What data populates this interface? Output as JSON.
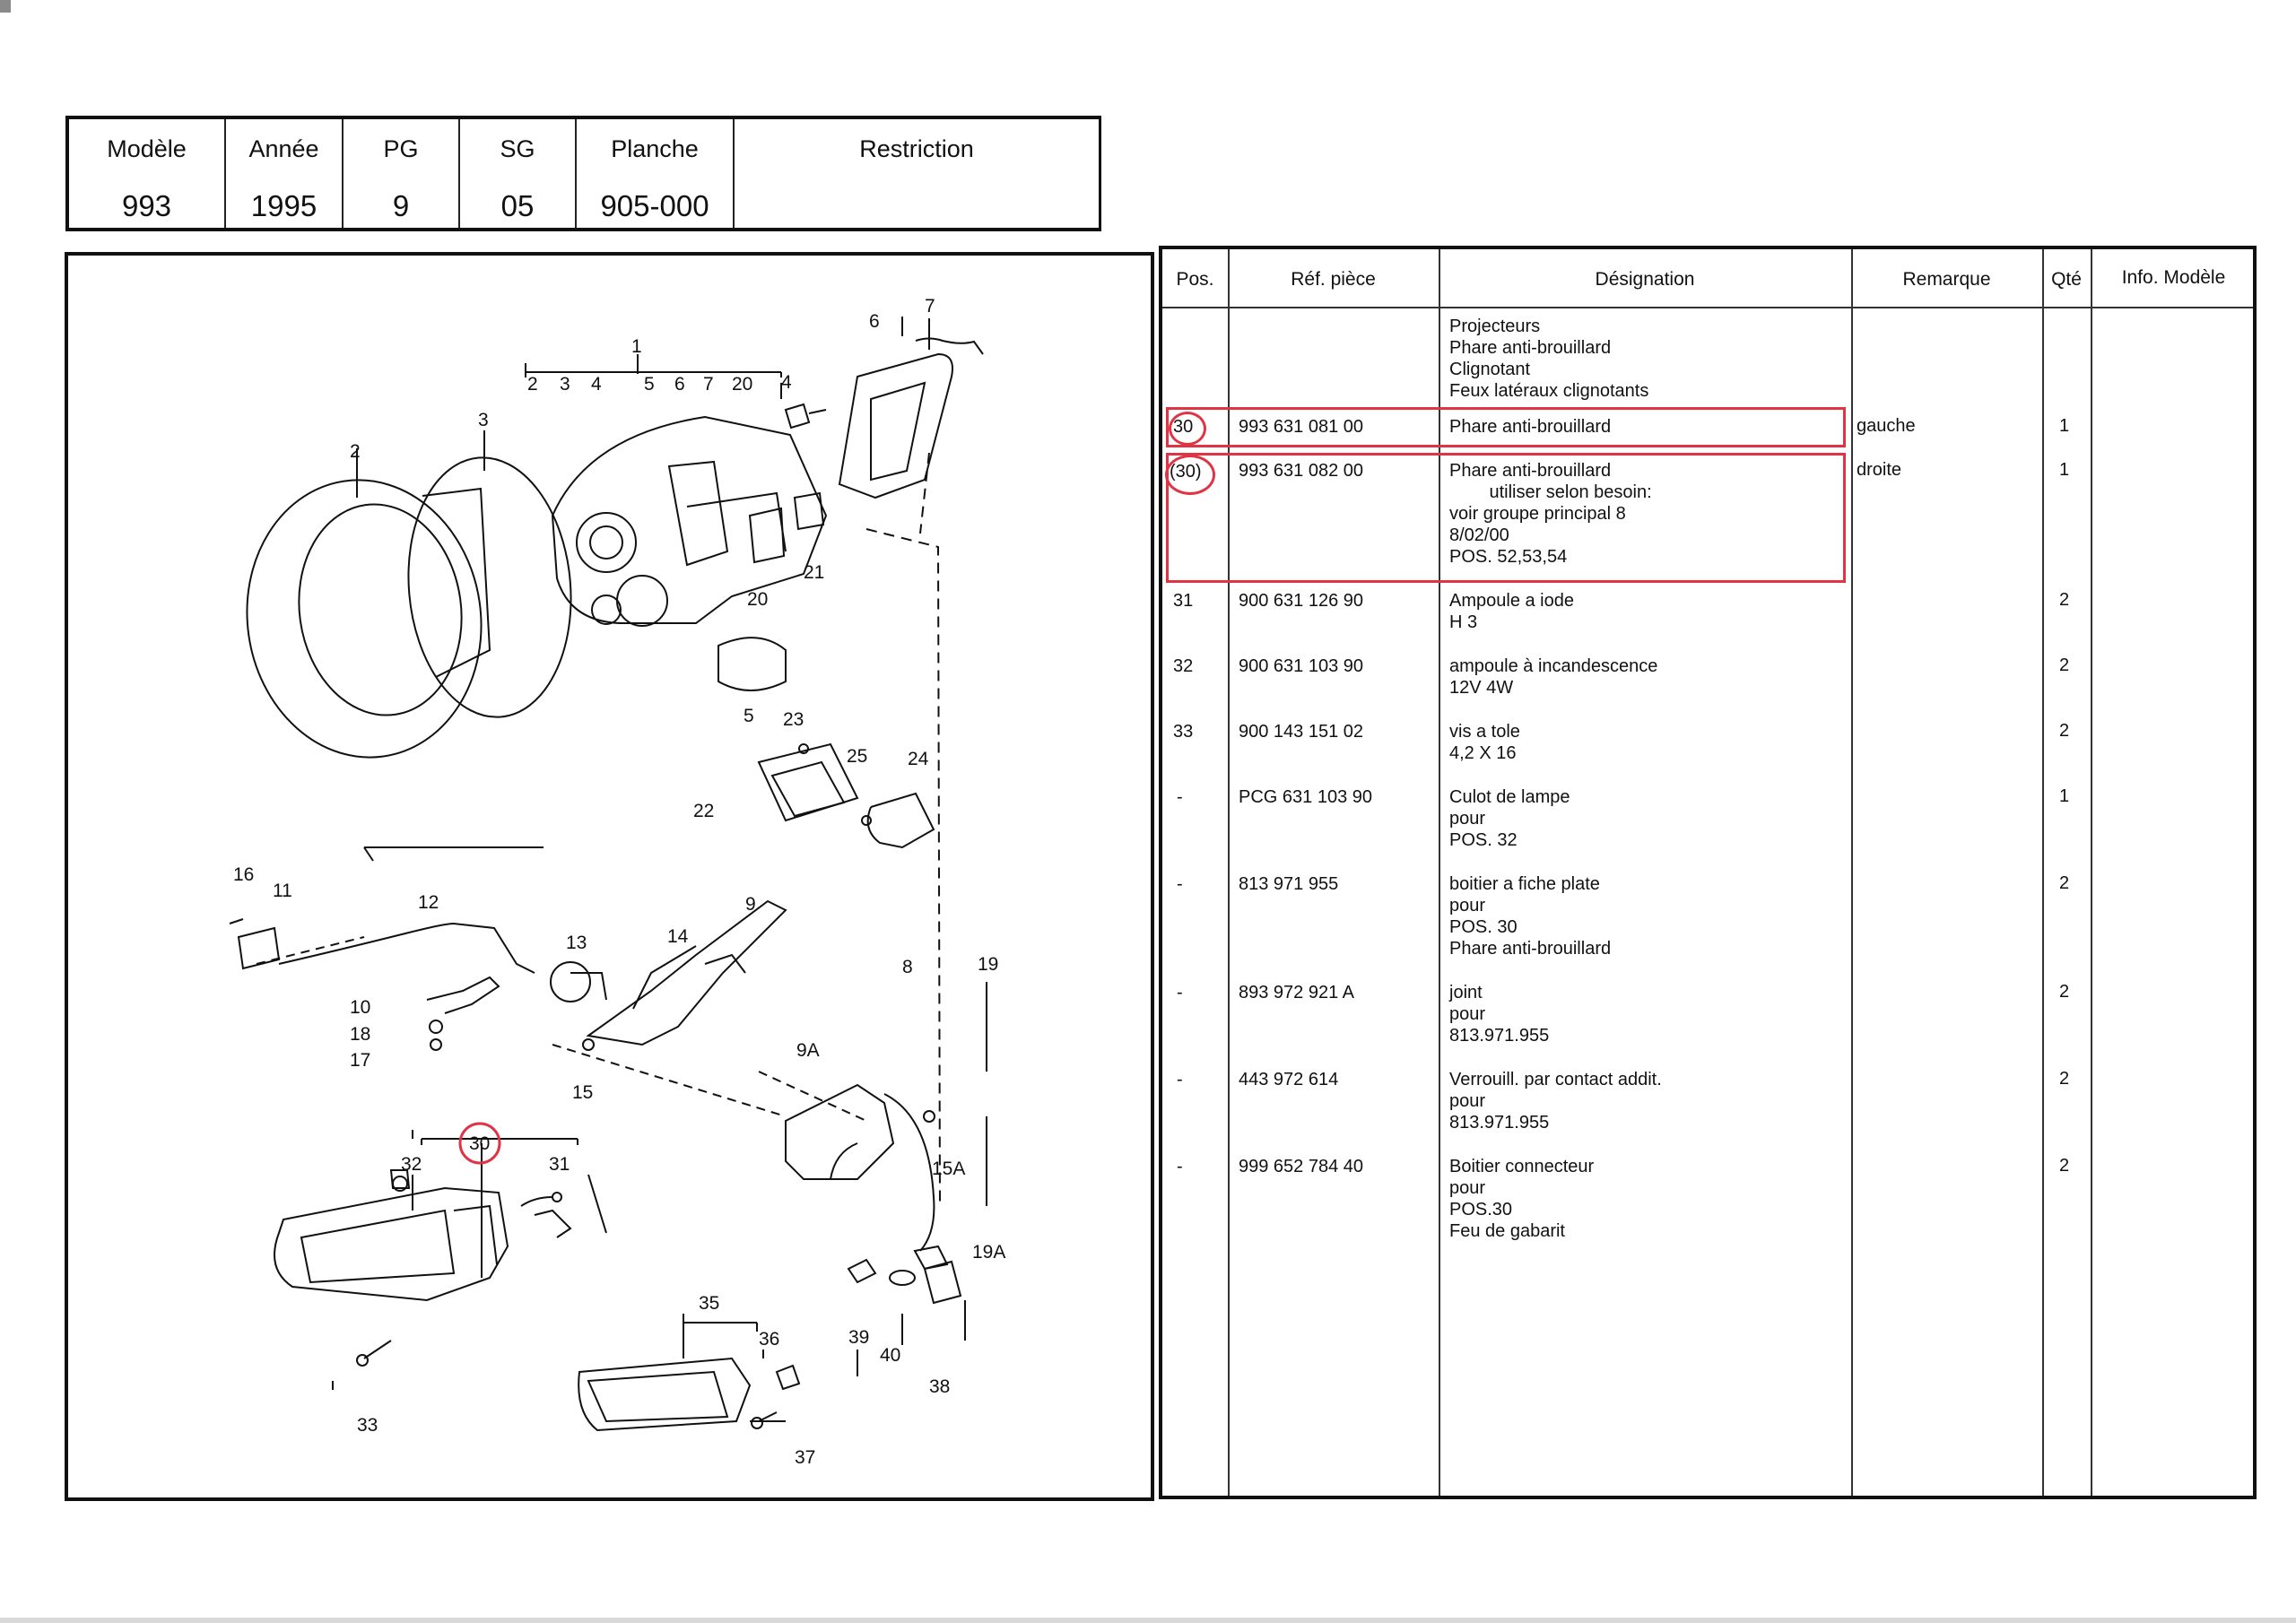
{
  "header": {
    "columns": [
      {
        "label": "Modèle",
        "value": "993"
      },
      {
        "label": "Année",
        "value": "1995"
      },
      {
        "label": "PG",
        "value": "9"
      },
      {
        "label": "SG",
        "value": "05"
      },
      {
        "label": "Planche",
        "value": "905-000"
      },
      {
        "label": "Restriction",
        "value": ""
      }
    ]
  },
  "diagram": {
    "callouts": [
      "1",
      "2",
      "3",
      "4",
      "5",
      "6",
      "7",
      "8",
      "9",
      "9A",
      "10",
      "11",
      "12",
      "13",
      "14",
      "15",
      "15A",
      "16",
      "17",
      "18",
      "19",
      "19A",
      "20",
      "21",
      "22",
      "23",
      "24",
      "25",
      "30",
      "31",
      "32",
      "33",
      "35",
      "36",
      "37",
      "38",
      "39",
      "40"
    ],
    "bracket_1_items": [
      "2",
      "3",
      "4",
      "5",
      "6",
      "7",
      "20"
    ],
    "highlight_color": "#e03344"
  },
  "parts_table": {
    "headers": {
      "pos": "Pos.",
      "ref": "Réf. pièce",
      "designation": "Désignation",
      "remarque": "Remarque",
      "qte": "Qté",
      "info": "Info. Modèle"
    },
    "rows": [
      {
        "pos": "",
        "ref": "",
        "designation": "Projecteurs\nPhare anti-brouillard\nClignotant\nFeux latéraux clignotants",
        "remarque": "",
        "qte": ""
      },
      {
        "pos": "30",
        "ref": "993 631 081 00",
        "designation": "Phare anti-brouillard",
        "remarque": "gauche",
        "qte": "1"
      },
      {
        "pos": "(30)",
        "ref": "993 631 082 00",
        "designation": "Phare anti-brouillard\n        utiliser selon besoin:\nvoir groupe principal 8\n8/02/00\nPOS. 52,53,54",
        "remarque": "droite",
        "qte": "1"
      },
      {
        "pos": "31",
        "ref": "900 631 126 90",
        "designation": "Ampoule a iode\nH 3",
        "remarque": "",
        "qte": "2"
      },
      {
        "pos": "32",
        "ref": "900 631 103 90",
        "designation": "ampoule à incandescence\n12V 4W",
        "remarque": "",
        "qte": "2"
      },
      {
        "pos": "33",
        "ref": "900 143 151 02",
        "designation": "vis a tole\n4,2 X 16",
        "remarque": "",
        "qte": "2"
      },
      {
        "pos": "-",
        "ref": "PCG 631 103 90",
        "designation": "Culot de lampe\npour\nPOS. 32",
        "remarque": "",
        "qte": "1"
      },
      {
        "pos": "-",
        "ref": "813 971 955",
        "designation": "boitier a fiche plate\npour\nPOS. 30\nPhare anti-brouillard",
        "remarque": "",
        "qte": "2"
      },
      {
        "pos": "-",
        "ref": "893 972 921 A",
        "designation": "joint\npour\n813.971.955",
        "remarque": "",
        "qte": "2"
      },
      {
        "pos": "-",
        "ref": "443 972 614",
        "designation": "Verrouill. par contact addit.\npour\n813.971.955",
        "remarque": "",
        "qte": "2"
      },
      {
        "pos": "-",
        "ref": "999 652 784 40",
        "designation": "Boitier connecteur\npour\nPOS.30\nFeu de gabarit",
        "remarque": "",
        "qte": "2"
      }
    ]
  }
}
